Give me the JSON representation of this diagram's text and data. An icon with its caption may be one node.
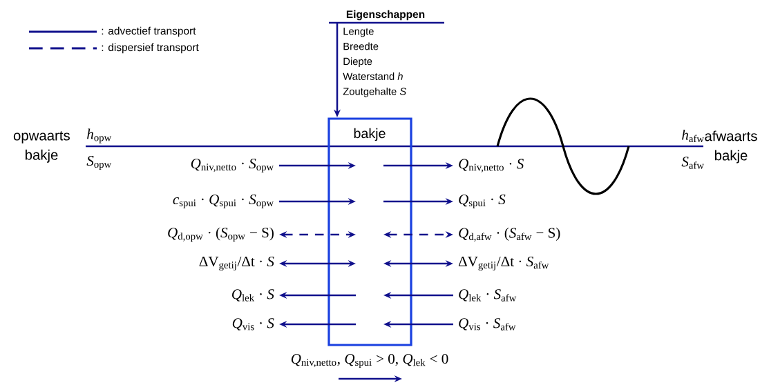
{
  "diagram": {
    "nodes": [
      {
        "text": [
          "Eigenschappen",
          "Lengte",
          "Breedte",
          "Diepte",
          "Waterstand *h*",
          "Zoutgehalte *S*"
        ]
      },
      {
        "text": [
          "opwaarts bakje"
        ]
      },
      {
        "text": [
          "bakje"
        ]
      },
      {
        "text": [
          "afwaarts bakje"
        ]
      },
      {
        "text": [
          "*Q*$_{niv,netto}$ · *S*$_{opw}$"
        ]
      },
      {
        "text": [
          "*c*$_{spui}$ · *Q*$_{spui}$ · *S*$_{opw}$"
        ]
      },
      {
        "text": [
          "*Q*$_{d,opw}$ · (*S*$_{opw}$ − S)"
        ]
      },
      {
        "text": [
          "ΔV$_{getij}$/Δt · *S*"
        ]
      },
      {
        "text": [
          "*Q*$_{lek}$ · *S*"
        ]
      },
      {
        "text": [
          "*Q*$_{vis}$ · *S*"
        ]
      },
      {
        "text": [
          "*Q*$_{niv,netto}$ · *S*"
        ]
      },
      {
        "text": [
          "*Q*$_{spui}$ · *S*"
        ]
      },
      {
        "text": [
          "*Q*$_{d,afw}$ · (*S*$_{afw}$ − S)"
        ]
      },
      {
        "text": [
          "ΔV$_{getij}$/Δt · *S*$_{afw}$"
        ]
      },
      {
        "text": [
          "*Q*$_{lek}$ · *S*$_{afw}$"
        ]
      },
      {
        "text": [
          "*Q*$_{vis}$ · *S*$_{afw}$"
        ]
      }
    ],
    "edges": [
      {
        "from": 0,
        "to": 2,
        "arrow": "to"
      },
      {
        "from": 4,
        "to": 2,
        "arrow": "to"
      },
      {
        "from": 5,
        "to": 2,
        "arrow": "to"
      },
      {
        "from": 6,
        "to": 2,
        "arrow": "both",
        "style": "dashed"
      },
      {
        "from": 7,
        "to": 2,
        "arrow": "both"
      },
      {
        "from": 2,
        "to": 8,
        "arrow": "to"
      },
      {
        "from": 2,
        "to": 9,
        "arrow": "to"
      },
      {
        "from": 2,
        "to": 10,
        "arrow": "to"
      },
      {
        "from": 2,
        "to": 11,
        "arrow": "to"
      },
      {
        "from": 2,
        "to": 12,
        "arrow": "both",
        "style": "dashed"
      },
      {
        "from": 2,
        "to": 13,
        "arrow": "both"
      },
      {
        "from": 14,
        "to": 2,
        "arrow": "to"
      },
      {
        "from": 15,
        "to": 2,
        "arrow": "to"
      }
    ],
    "labels": [
      "*h*$_{opw}$",
      "*S*$_{opw}$",
      "*h*$_{afw}$",
      "*S*$_{afw}$",
      "*Q*$_{niv,netto}$, *Q*$_{spui}$ > 0, *Q*$_{lek}$ < 0"
    ],
    "legend": [
      {
        "text": ": advectief transport"
      },
      {
        "text": ": dispersief transport"
      }
    ]
  }
}
